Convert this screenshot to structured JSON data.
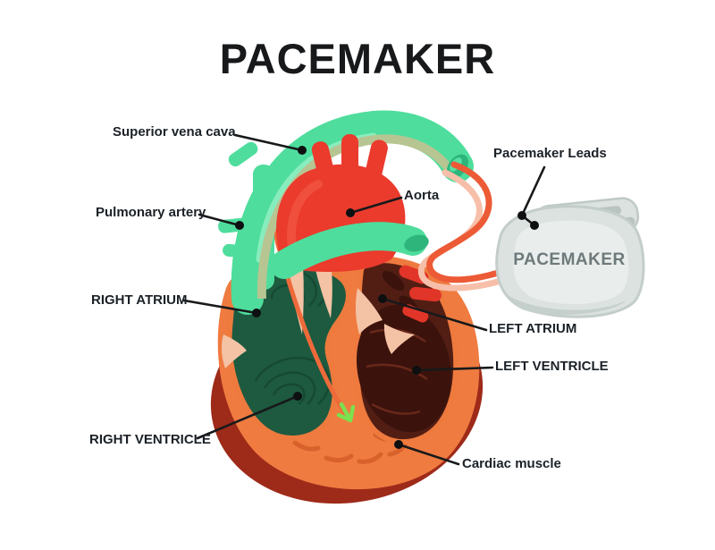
{
  "title": "PACEMAKER",
  "device": {
    "label": "PACEMAKER"
  },
  "labels": {
    "superior_vena_cava": "Superior vena cava",
    "pulmonary_artery": "Pulmonary artery",
    "right_atrium": "RIGHT ATRIUM",
    "right_ventricle": "RIGHT VENTRICLE",
    "aorta": "Aorta",
    "pacemaker_leads": "Pacemaker Leads",
    "left_atrium": "LEFT ATRIUM",
    "left_ventricle": "LEFT VENTRICLE",
    "cardiac_muscle": "Cardiac muscle"
  },
  "colors": {
    "vessel_green": "#4edd9c",
    "vessel_cap_green": "#2db57c",
    "aorta_red": "#ea3b2d",
    "vein_stub_red": "#e23529",
    "muscle_orange": "#ef7b40",
    "outer_rim_red": "#9e2a19",
    "right_chamber_green": "#1d5a40",
    "left_chamber_maroon": "#521e14",
    "valve_salmon": "#f4c3a5",
    "lead_dark": "#ec5a36",
    "lead_light": "#f7bfa9",
    "arrow_green": "#7de04e",
    "device_body_gray": "#dce2e0",
    "device_text_gray": "#6e797b",
    "annotation_black": "#17191b"
  }
}
